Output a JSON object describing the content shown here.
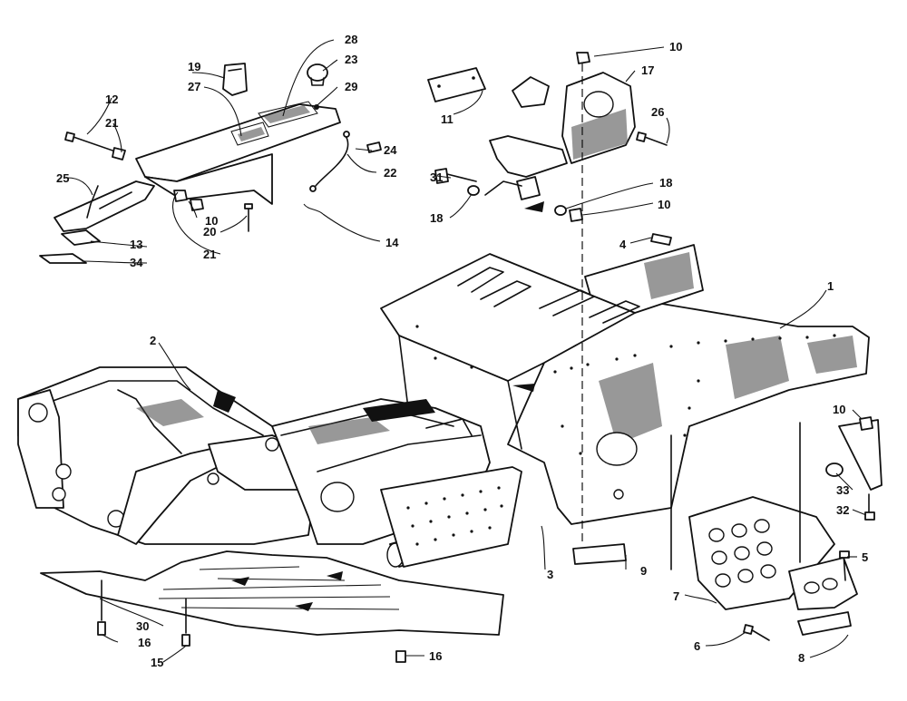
{
  "labels": {
    "l1": "1",
    "l2": "2",
    "l3": "3",
    "l4": "4",
    "l5": "5",
    "l6": "6",
    "l7": "7",
    "l8": "8",
    "l9": "9",
    "l10a": "10",
    "l10b": "10",
    "l10c": "10",
    "l10d": "10",
    "l11": "11",
    "l12": "12",
    "l13": "13",
    "l14": "14",
    "l15": "15",
    "l16a": "16",
    "l16b": "16",
    "l17": "17",
    "l18a": "18",
    "l18b": "18",
    "l19": "19",
    "l20": "20",
    "l21a": "21",
    "l21b": "21",
    "l22": "22",
    "l23": "23",
    "l24": "24",
    "l25": "25",
    "l26": "26",
    "l27": "27",
    "l28": "28",
    "l29": "29",
    "l30": "30",
    "l31": "31",
    "l32": "32",
    "l33": "33",
    "l34": "34"
  }
}
